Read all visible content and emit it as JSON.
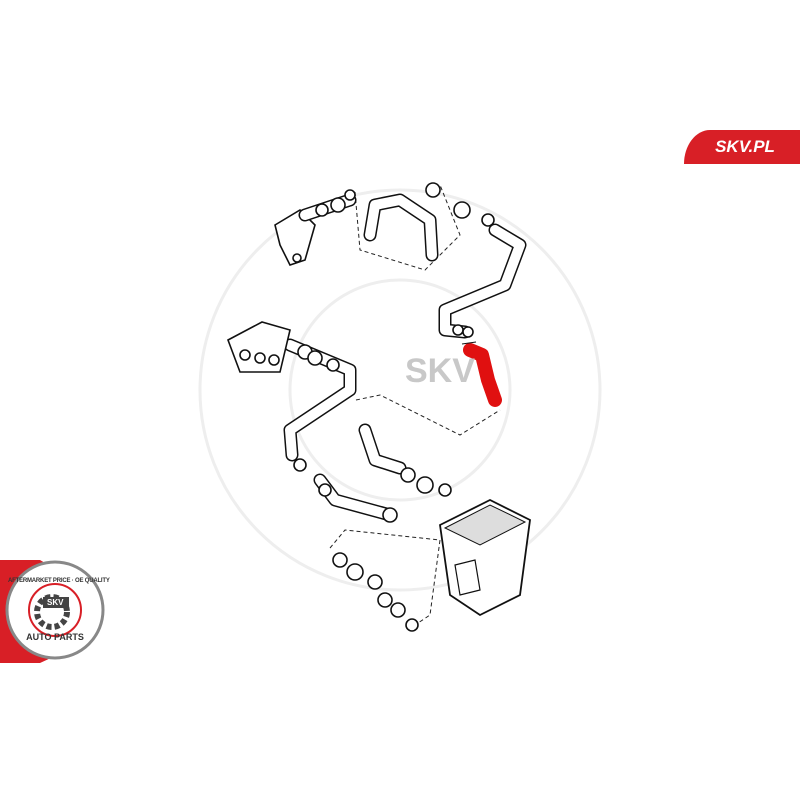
{
  "brand": {
    "label": "SKV.PL",
    "color": "#d81f26"
  },
  "seal": {
    "center_text": "SKV",
    "top_text": "AFTERMARKET PRICE · OE QUALITY",
    "bottom_text": "AUTO PARTS"
  },
  "watermark": {
    "text": "SKV"
  },
  "highlight_color": "#e01010"
}
